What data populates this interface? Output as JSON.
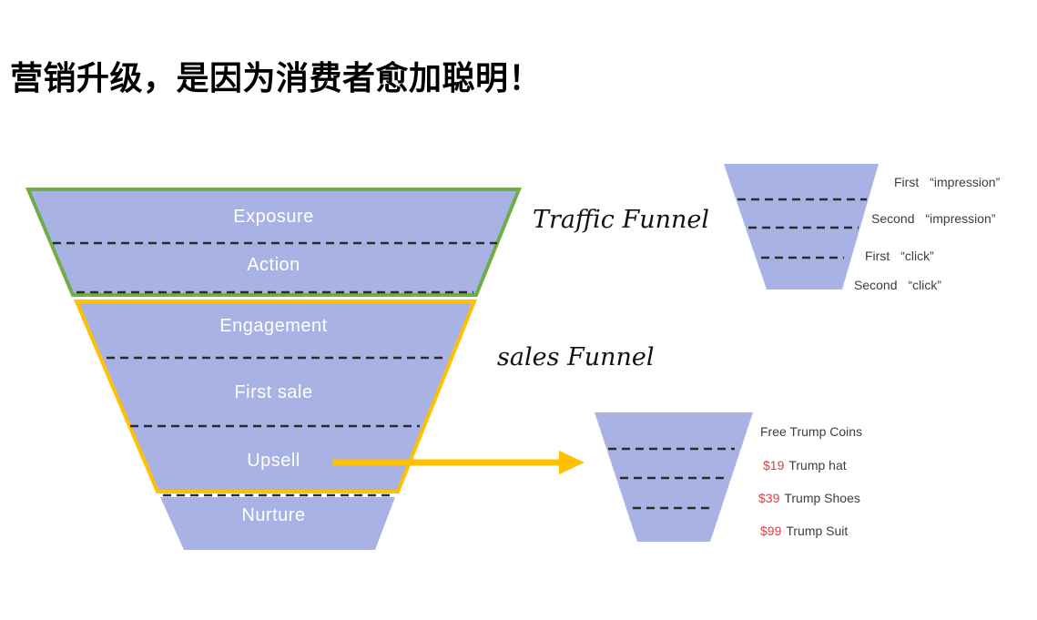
{
  "title": "营销升级，是因为消费者愈加聪明！",
  "main_funnel": {
    "sections": [
      {
        "label": "Exposure"
      },
      {
        "label": "Action"
      },
      {
        "label": "Engagement"
      },
      {
        "label": "First sale"
      },
      {
        "label": "Upsell"
      },
      {
        "label": "Nurture"
      }
    ],
    "groups": [
      {
        "name": "Traffic Funnel",
        "sections": [
          "Exposure",
          "Action"
        ]
      },
      {
        "name": "sales Funnel",
        "sections": [
          "Engagement",
          "First sale",
          "Upsell"
        ]
      }
    ]
  },
  "captions": {
    "traffic": "Traffic Funnel",
    "sales": "sales Funnel"
  },
  "impression_funnel": {
    "labels": [
      {
        "stage": "First",
        "term": "“impression”"
      },
      {
        "stage": "Second",
        "term": "“impression”"
      },
      {
        "stage": "First",
        "term": "“click”"
      },
      {
        "stage": "Second",
        "term": "“click”"
      }
    ]
  },
  "trump_funnel": {
    "labels": [
      {
        "price": "",
        "item": "Free Trump Coins"
      },
      {
        "price": "$19",
        "item": "Trump hat"
      },
      {
        "price": "$39",
        "item": "Trump Shoes"
      },
      {
        "price": "$99",
        "item": "Trump Suit"
      }
    ]
  },
  "colors": {
    "funnel_fill": "#a9b2e5",
    "traffic_border": "#70ad47",
    "sales_border": "#ffc000",
    "arrow": "#ffc000",
    "price_red": "#e03b43",
    "side_label_gray": "#3d3d3d",
    "dash": "#2a2a2a"
  }
}
